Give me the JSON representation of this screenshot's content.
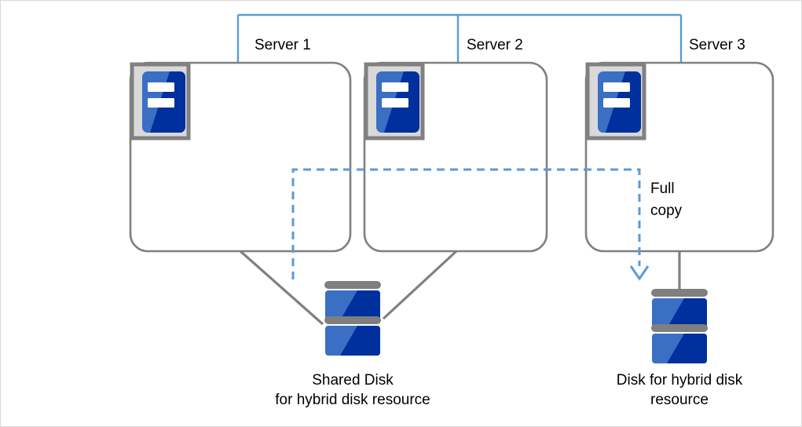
{
  "diagram": {
    "title_text_present": false,
    "colors": {
      "server_box_stroke": "#808080",
      "bracket_blue": "#5b9bd5",
      "dashed_blue": "#5b9bd5",
      "connector_gray": "#808080",
      "icon_blue_light": "#3a6fc4",
      "icon_blue_dark": "#002f9e",
      "icon_frame_gray": "#808080",
      "icon_frame_fill": "#d9d9d9",
      "disk_band_gray": "#7f7f7f",
      "text": "#000000",
      "canvas_border": "#d9d9d9"
    },
    "servers": [
      {
        "id": "server-1",
        "label": "Server 1"
      },
      {
        "id": "server-2",
        "label": "Server 2"
      },
      {
        "id": "server-3",
        "label": "Server 3"
      }
    ],
    "annotations": [
      {
        "id": "full-copy",
        "line1": "Full",
        "line2": "copy"
      }
    ],
    "storage": [
      {
        "id": "shared-disk",
        "line1": "Shared Disk",
        "line2": "for hybrid disk resource"
      },
      {
        "id": "hybrid-disk",
        "line1": "Disk for hybrid disk",
        "line2": "resource"
      }
    ],
    "icons": {
      "server": "server-icon",
      "disk_stack": "disk-stack-icon",
      "arrow_down": "arrow-down-icon"
    }
  }
}
